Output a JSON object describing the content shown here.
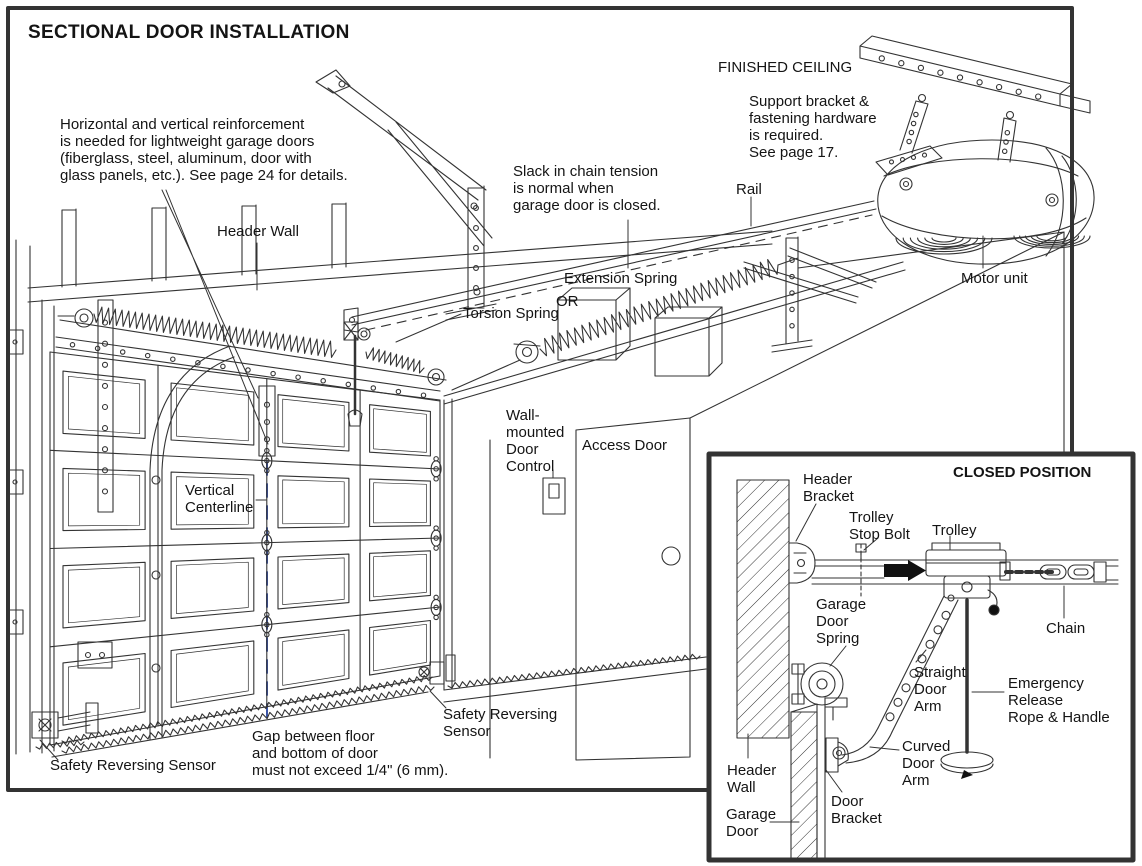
{
  "colors": {
    "line": "#333333",
    "text": "#141414",
    "background": "#ffffff",
    "centerline": "#3b55a8",
    "solid_fill": "#111111"
  },
  "main": {
    "title": "SECTIONAL DOOR INSTALLATION",
    "labels": {
      "reinforcement_note": "Horizontal and vertical reinforcement\nis needed for lightweight garage doors\n(fiberglass, steel, aluminum, door with\nglass panels, etc.). See page 24 for details.",
      "finished_ceiling": "FINISHED CEILING",
      "support_bracket_note": "Support bracket &\nfastening hardware\nis required.\nSee page 17.",
      "rail": "Rail",
      "motor_unit": "Motor unit",
      "header_wall": "Header Wall",
      "slack_note": "Slack in chain tension\nis normal when\ngarage door is closed.",
      "extension_spring": "Extension Spring",
      "or_label": "OR",
      "torsion_spring": "Torsion Spring",
      "wall_control": "Wall-\nmounted\nDoor\nControl",
      "access_door": "Access Door",
      "vertical_centerline": "Vertical\nCenterline",
      "safety_sensor_right": "Safety Reversing\nSensor",
      "gap_note": "Gap between floor\nand bottom of door\nmust not exceed 1/4\" (6 mm).",
      "safety_sensor_left": "Safety Reversing Sensor"
    }
  },
  "inset": {
    "title": "CLOSED POSITION",
    "labels": {
      "header_bracket": "Header\nBracket",
      "trolley_stop_bolt": "Trolley\nStop Bolt",
      "trolley": "Trolley",
      "chain": "Chain",
      "garage_door_spring": "Garage\nDoor\nSpring",
      "straight_door_arm": "Straight\nDoor\nArm",
      "emergency_release": "Emergency\nRelease\nRope & Handle",
      "curved_door_arm": "Curved\nDoor\nArm",
      "header_wall": "Header\nWall",
      "garage_door": "Garage\nDoor",
      "door_bracket": "Door\nBracket"
    }
  }
}
